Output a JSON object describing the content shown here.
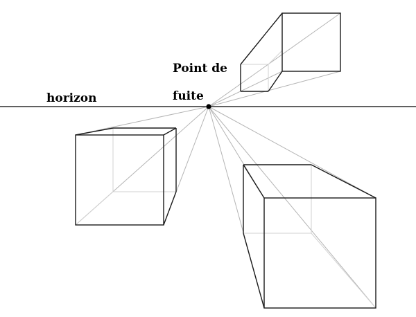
{
  "labels": {
    "horizon": "horizon",
    "vanishing_point_line1": "Point de",
    "vanishing_point_line2": "fuite"
  },
  "colors": {
    "background": "#ffffff",
    "edges": "#1a1a1a",
    "guide_lines": "#b4b4b4",
    "hidden_edges": "#d2d2d2"
  }
}
